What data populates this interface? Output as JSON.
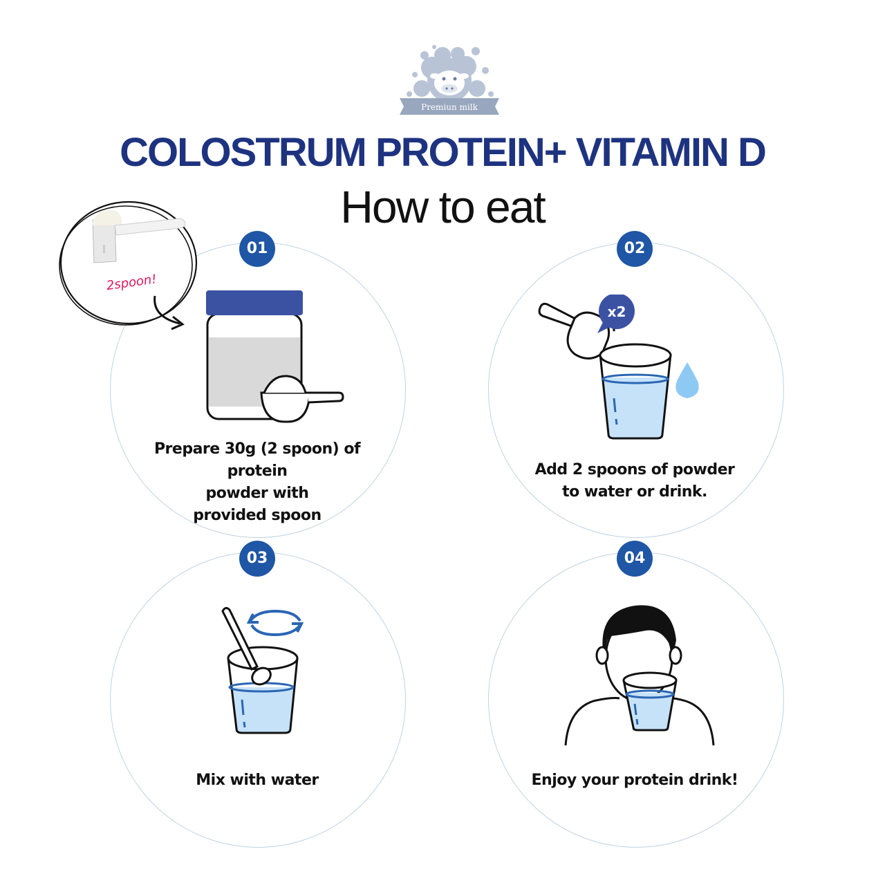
{
  "logo": {
    "text": "Premiun milk"
  },
  "title": "COLOSTRUM PROTEIN+ VITAMIN D",
  "subtitle": "How to eat",
  "callout": {
    "text": "2spoon!"
  },
  "steps": [
    {
      "number": "01",
      "text": "Prepare 30g (2 spoon) of protein\npowder with\nprovided spoon"
    },
    {
      "number": "02",
      "text": "Add 2 spoons of powder\nto water or drink.",
      "badge": "x2"
    },
    {
      "number": "03",
      "text": "Mix with water"
    },
    {
      "number": "04",
      "text": "Enjoy your protein drink!"
    }
  ],
  "colors": {
    "title": "#1e3380",
    "badge": "#1f56a5",
    "jar_lid": "#3b52a3",
    "water": "#c6e2f9",
    "water_line": "#2a66b3",
    "drop": "#8ec9f4",
    "circle_border": "#bfd3e3",
    "callout_text": "#e0185a"
  }
}
